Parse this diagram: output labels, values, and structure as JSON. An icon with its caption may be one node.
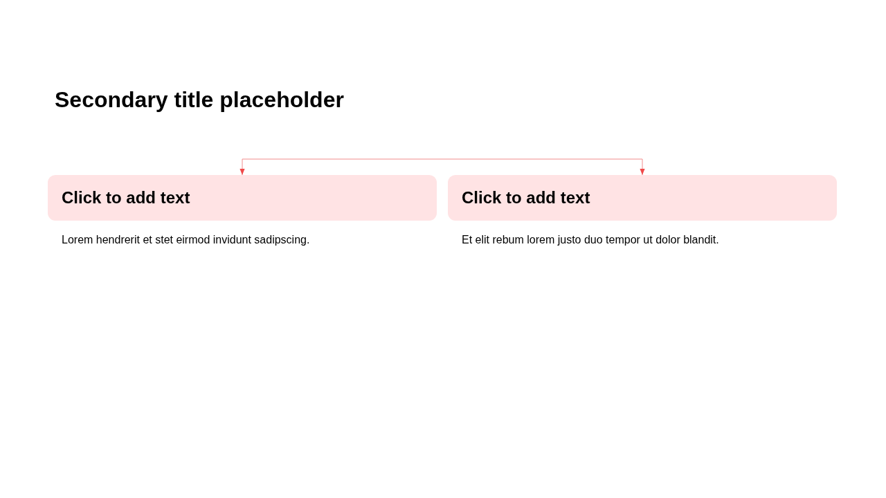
{
  "diagram": {
    "title": "Secondary title placeholder",
    "nodes": [
      {
        "text": [
          "Click to add text"
        ],
        "beside": [
          "Lorem hendrerit et stet eirmod invidunt sadipscing."
        ]
      },
      {
        "text": [
          "Click to add text"
        ],
        "beside": [
          "Et elit rebum lorem justo duo tempor ut dolor blandit."
        ]
      }
    ],
    "edges": [
      {
        "from": 0,
        "to": 1,
        "arrow": "both"
      }
    ]
  }
}
